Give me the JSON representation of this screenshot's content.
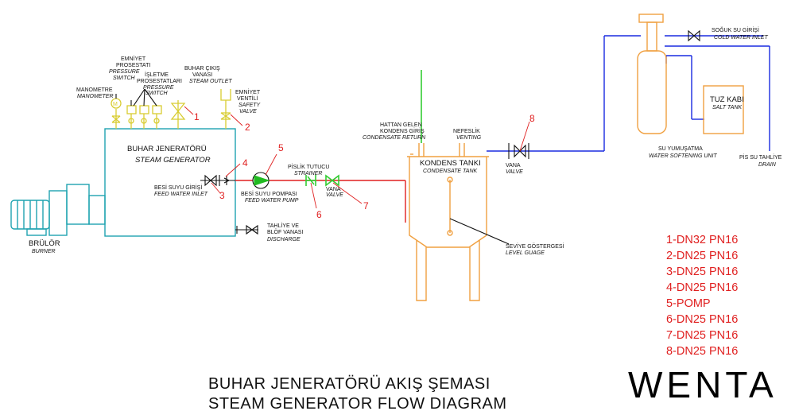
{
  "labels": {
    "emniyet_pressostat": [
      "EMNİYET",
      "PROSESTATI"
    ],
    "emniyet_pressostat_en": [
      "PRESSURE",
      "SWITCH"
    ],
    "isletme_pressostat": [
      "İŞLETME",
      "PROSESTATLARI"
    ],
    "isletme_pressostat_en": [
      "PRESSURE",
      "SWITCH"
    ],
    "manometre": "MANOMETRE",
    "manometre_en": "MANOMETER",
    "buhar_cikis": [
      "BUHAR ÇIKIŞ",
      "VANASI"
    ],
    "buhar_cikis_en": "STEAM OUTLET",
    "emniyet_ventili": [
      "EMNİYET",
      "VENTİLİ"
    ],
    "emniyet_ventili_en": [
      "SAFETY",
      "VALVE"
    ],
    "generator_tr": "BUHAR JENERATÖRÜ",
    "generator_en": "STEAM GENERATOR",
    "besi_suyu_girisi": "BESİ SUYU GİRİŞİ",
    "besi_suyu_girisi_en": "FEED WATER INLET",
    "besi_pompa": "BESİ SUYU POMPASI",
    "besi_pompa_en": "FEED WATER PUMP",
    "pislik": "PİSLİK TUTUCU",
    "pislik_en": "STRAINER",
    "vana": "VANA",
    "vana_en": "VALVE",
    "tahliye": [
      "TAHLİYE VE",
      "BLÖF VANASI"
    ],
    "tahliye_en": "DISCHARGE",
    "brulor": "BRÜLÖR",
    "brulor_en": "BURNER",
    "hattan": [
      "HATTAN GELEN",
      "KONDENS GİRİŞ"
    ],
    "hattan_en": "CONDENSATE RETURN",
    "nefeslik": "NEFESLİK",
    "nefeslik_en": "VENTING",
    "kondens_tanki": "KONDENS TANKI",
    "kondens_tanki_en": "CONDENSATE TANK",
    "seviye": "SEVİYE GÖSTERGESİ",
    "seviye_en": "LEVEL GUAGE",
    "vana2": "VANA",
    "vana2_en": "VALVE",
    "soguk": "SOĞUK SU GİRİŞİ",
    "soguk_en": "COLD WATER INLET",
    "tuz": "TUZ KABI",
    "tuz_en": "SALT TANK",
    "yumusatma": "SU YUMUŞATMA",
    "yumusatma_en": "WATER SOFTENING UNIT",
    "pis": "PİS SU TAHLİYE",
    "pis_en": "DRAIN"
  },
  "numbers": [
    "1",
    "2",
    "3",
    "4",
    "5",
    "6",
    "7",
    "8"
  ],
  "legend": [
    "1-DN32 PN16",
    "2-DN25 PN16",
    "3-DN25 PN16",
    "4-DN25 PN16",
    "5-POMP",
    "6-DN25 PN16",
    "7-DN25 PN16",
    "8-DN25 PN16"
  ],
  "title": {
    "line1": "BUHAR JENERATÖRÜ AKIŞ ŞEMASI",
    "line2": "STEAM GENERATOR FLOW DIAGRAM"
  },
  "logo": "WENTA",
  "colors": {
    "equipment": "#f0a040",
    "burner": "#1fa3b0",
    "fittings": "#d8cc30",
    "feed_line": "#e02020",
    "water_line": "#1a2be0",
    "condensate_line": "#33cc33"
  }
}
